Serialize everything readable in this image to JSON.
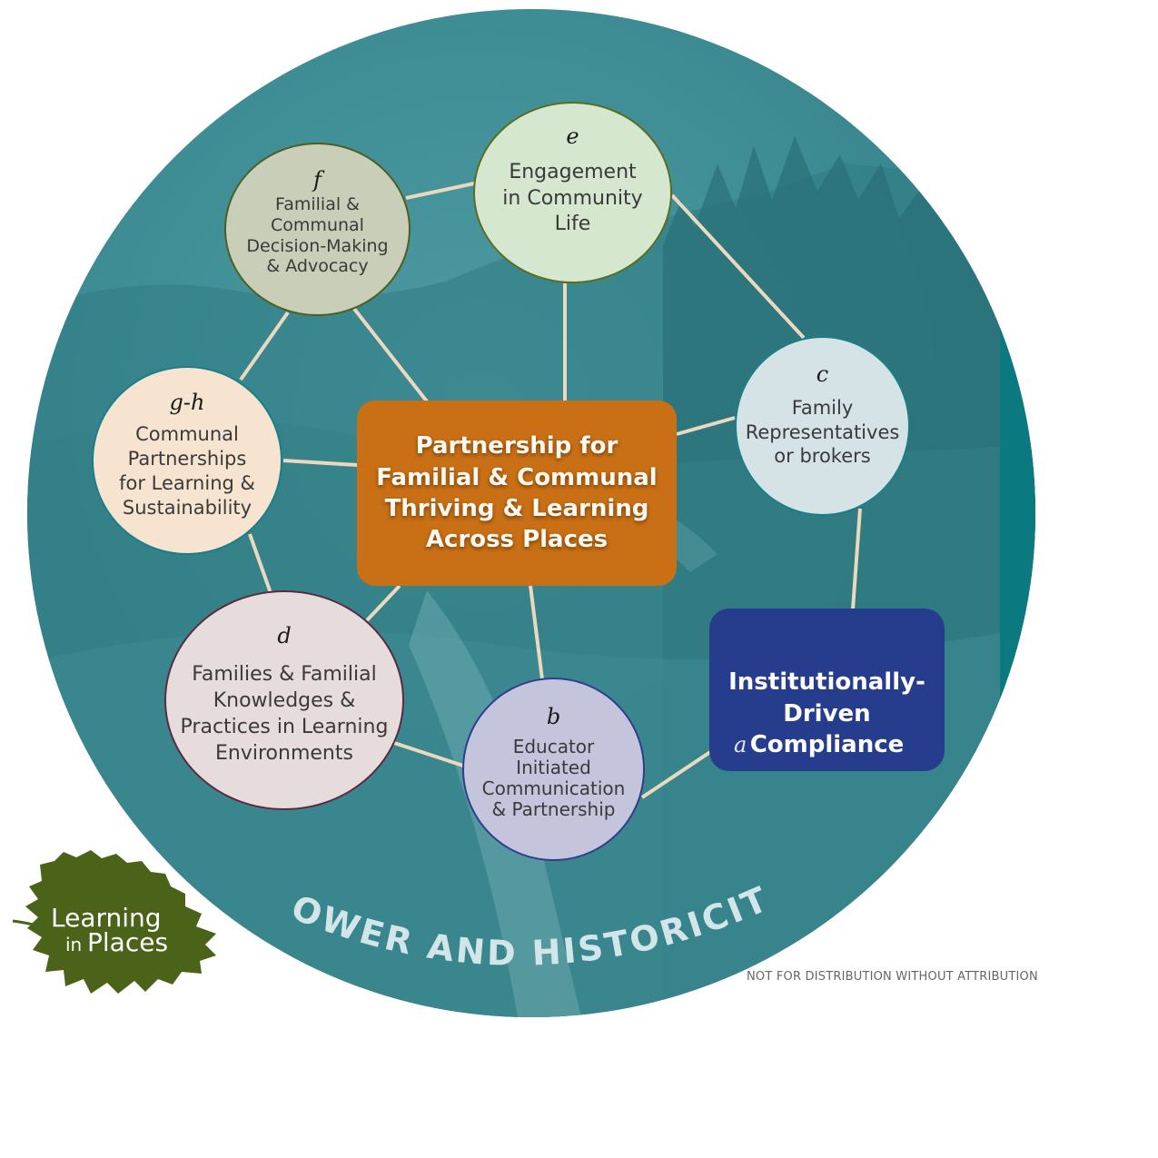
{
  "center": {
    "text": "Partnership for\nFamilial & Communal\nThriving & Learning\nAcross Places"
  },
  "compliance": {
    "letter": "a",
    "text": "Institutionally-\nDriven\nCompliance"
  },
  "nodes": {
    "b": {
      "letter": "b",
      "text": "Educator\nInitiated\nCommunication\n& Partnership"
    },
    "c": {
      "letter": "c",
      "text": "Family\nRepresentatives\nor brokers"
    },
    "d": {
      "letter": "d",
      "text": "Families & Familial\nKnowledges &\nPractices in Learning\nEnvironments"
    },
    "e": {
      "letter": "e",
      "text": "Engagement\nin Community\nLife"
    },
    "f": {
      "letter": "f",
      "text": "Familial &\nCommunal\nDecision-Making\n& Advocacy"
    },
    "gh": {
      "letter": "g-h",
      "text": "Communal\nPartnerships\nfor Learning &\nSustainability"
    }
  },
  "arc_title": "POWER AND HISTORICITY",
  "logo": {
    "line1": "Learning",
    "line2_small": "in",
    "line2": "Places"
  },
  "attribution": "NOT FOR DISTRIBUTION WITHOUT ATTRIBUTION",
  "colors": {
    "center_fill": "#c96f15",
    "compliance_fill": "#263d8e",
    "connector": "#ead9bf",
    "background_teal": "#3f8e96",
    "logo_leaf": "#4a6319"
  }
}
